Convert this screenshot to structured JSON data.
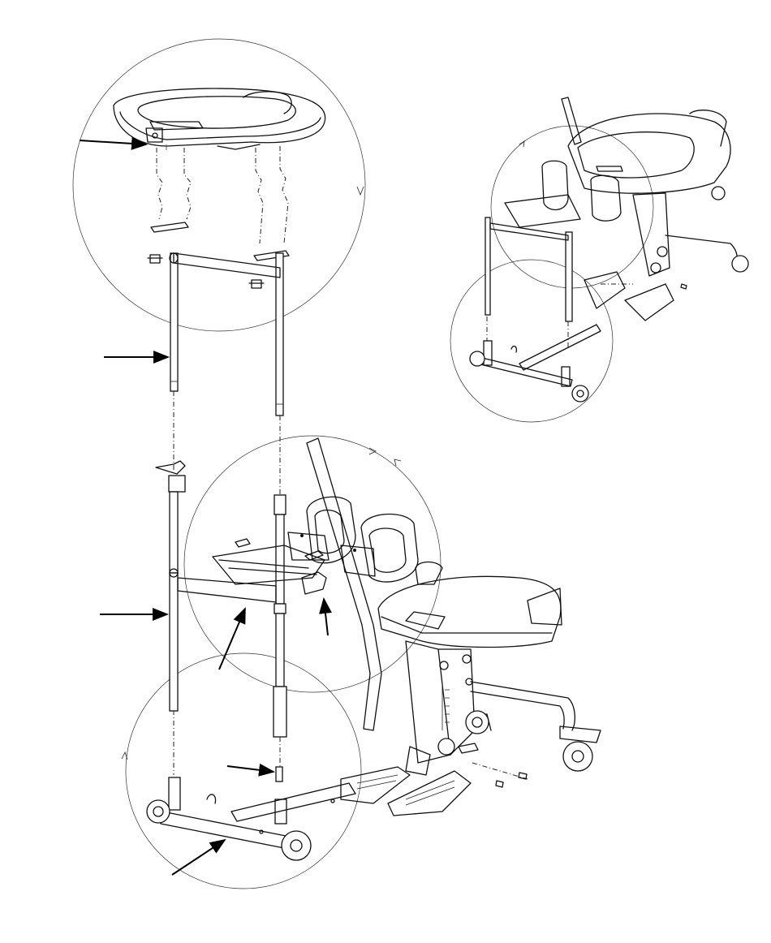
{
  "figure": {
    "callouts": [
      {
        "name": "tray-callout-arrow"
      },
      {
        "name": "upper-tube-callout-arrow"
      },
      {
        "name": "lower-tube-callout-arrow"
      },
      {
        "name": "crossbar-callout-arrow"
      },
      {
        "name": "bracket-callout-arrow"
      },
      {
        "name": "pin-callout-arrow"
      },
      {
        "name": "base-callout-arrow"
      }
    ],
    "labels_present": false
  }
}
